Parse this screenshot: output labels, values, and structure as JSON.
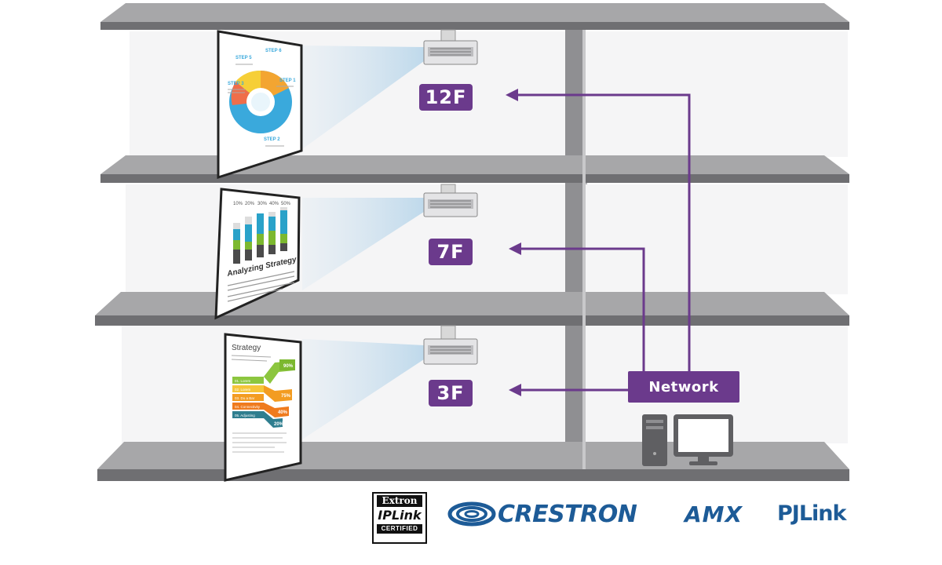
{
  "floors": [
    {
      "label": "12F"
    },
    {
      "label": "7F"
    },
    {
      "label": "3F"
    }
  ],
  "network": {
    "label": "Network"
  },
  "screens": {
    "top": {
      "steps": [
        "STEP 5",
        "STEP 6",
        "STEP 1",
        "STEP 3",
        "STEP 2"
      ]
    },
    "middle": {
      "percent_labels": [
        "10%",
        "20%",
        "30%",
        "40%",
        "50%"
      ],
      "title": "Analyzing Strategy"
    },
    "bottom": {
      "title": "Strategy",
      "percent_labels": [
        "90%",
        "75%",
        "40%",
        "20%"
      ],
      "rows": [
        "01. Lorem",
        "02. Lorem",
        "03. Do a Bar",
        "04. Connectivity",
        "05. Adjusting"
      ]
    }
  },
  "logos": {
    "extron": {
      "brand": "Extron",
      "ip": "IPLink",
      "certified": "CERTIFIED"
    },
    "crestron": "CRESTRON",
    "amx": "AMX",
    "pjlink": "PJLink"
  },
  "colors": {
    "accent_purple": "#6b3a8c",
    "shelf_gray": "#9a9a9c",
    "logo_blue": "#1d5b97"
  }
}
